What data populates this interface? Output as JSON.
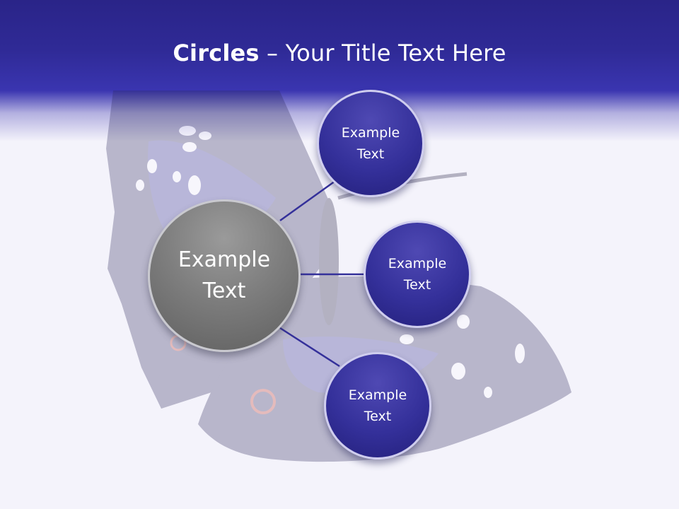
{
  "title": {
    "bold": "Circles",
    "rest": " – Your Title Text Here"
  },
  "diagram": {
    "center": {
      "label": "Example\nText"
    },
    "satellites": [
      {
        "label": "Example\nText"
      },
      {
        "label": "Example\nText"
      },
      {
        "label": "Example\nText"
      }
    ]
  },
  "colors": {
    "header": "#2f2a96",
    "satellite_fill": "#34309a",
    "center_fill": "#7e7e7e",
    "connector": "#34309a",
    "background": "#f4f3fb"
  }
}
